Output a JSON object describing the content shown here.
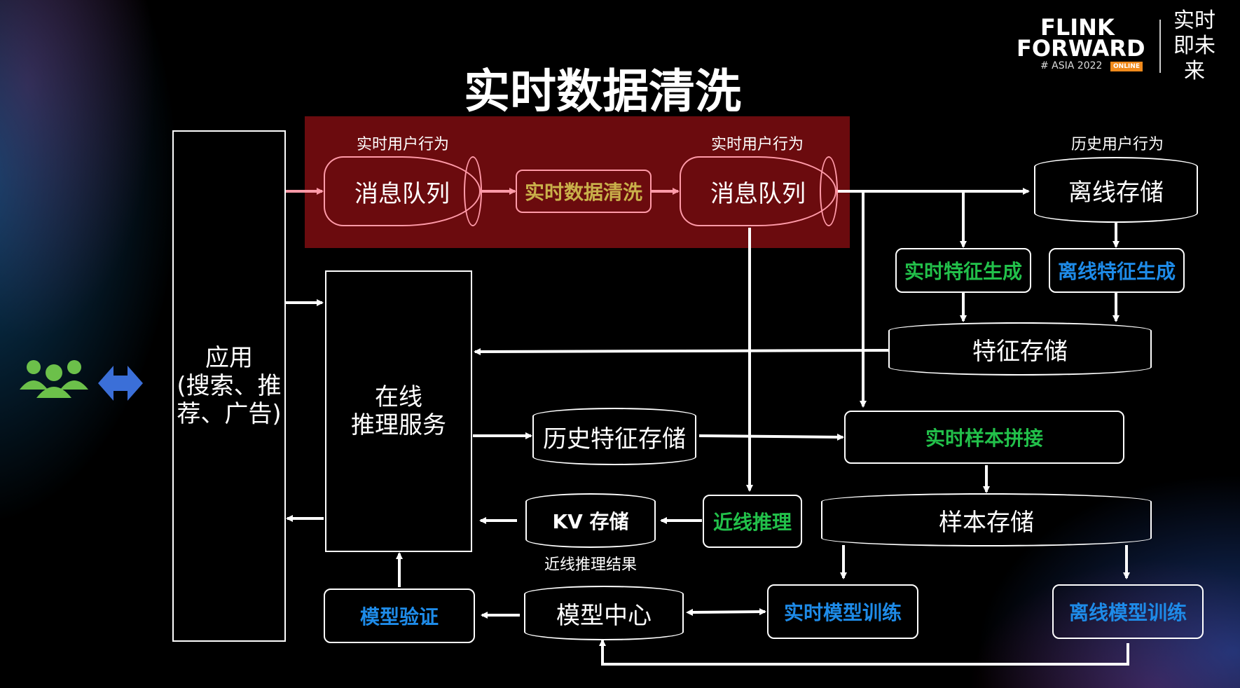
{
  "title": "实时数据清洗",
  "logo": {
    "line1": "FLINK",
    "line2": "FORWARD",
    "line3": "# ASIA 2022",
    "tag": "ONLINE",
    "slogan": "实时即未来"
  },
  "nodes": {
    "app": "应用\n(搜索、推\n荐、广告)",
    "mq1_label": "实时用户行为",
    "mq1": "消息队列",
    "clean": "实时数据清洗",
    "mq2_label": "实时用户行为",
    "mq2": "消息队列",
    "offline_label": "历史用户行为",
    "offline_storage": "离线存储",
    "rt_feature_gen": "实时特征生成",
    "off_feature_gen": "离线特征生成",
    "feature_storage": "特征存储",
    "online_service": "在线\n推理服务",
    "hist_feature": "历史特征存储",
    "rt_sample": "实时样本拼接",
    "sample_storage": "样本存储",
    "kv_storage": "KV 存储",
    "kv_label": "近线推理结果",
    "nearline": "近线推理",
    "model_verify": "模型验证",
    "model_center": "模型中心",
    "rt_train": "实时模型训练",
    "off_train": "离线模型训练"
  },
  "colors": {
    "highlight": "#6b0b0e",
    "green": "#22c04a",
    "blue": "#1e8be8",
    "olive": "#c9b04a",
    "pink": "#ff9aa8",
    "users": "#6cc04a",
    "exchange": "#3b6fd8"
  }
}
